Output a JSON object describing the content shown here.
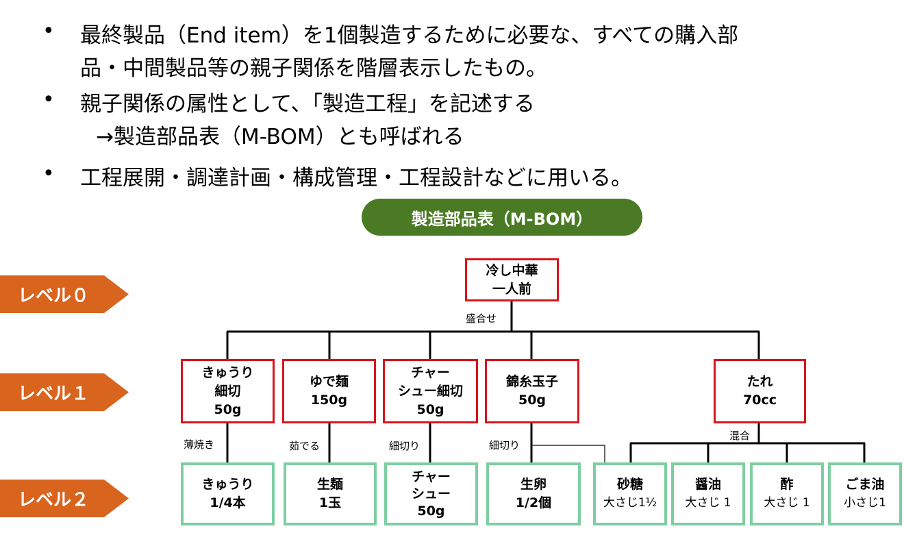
{
  "bullets": [
    {
      "lines": [
        "最終製品（End item）を1個製造するために必要な、すべての購入部",
        "品・中間製品等の親子関係を階層表示したもの。"
      ]
    },
    {
      "lines": [
        "親子関係の属性として、「製造工程」を記述する",
        "→製造部品表（M-BOM）とも呼ばれる"
      ]
    },
    {
      "lines": [
        "工程展開・調達計画・構成管理・工程設計などに用いる。"
      ]
    }
  ],
  "bullet_char": "•",
  "title_pill": "製造部品表（M-BOM）",
  "levels": [
    "レベル０",
    "レベル１",
    "レベル２"
  ],
  "level0": {
    "name": "冷し中華",
    "qty": "一人前",
    "process": "盛合せ"
  },
  "level1": [
    {
      "name": "きゅうり細切",
      "qty": "50g",
      "process": "薄焼き"
    },
    {
      "name": "ゆで麺",
      "qty": "150g",
      "process": "茹でる"
    },
    {
      "name": "チャーシュー細切",
      "qty": "50g",
      "process": "細切り"
    },
    {
      "name": "錦糸玉子",
      "qty": "50g",
      "process": "細切り"
    },
    {
      "name": "たれ",
      "qty": "70cc",
      "process": "混合"
    }
  ],
  "level2": [
    {
      "name": "きゅうり",
      "qty": "1/4本"
    },
    {
      "name": "生麺",
      "qty": "1玉"
    },
    {
      "name": "チャーシュー",
      "qty": "50g"
    },
    {
      "name": "生卵",
      "qty": "1/2個"
    },
    {
      "name": "砂糖",
      "qty": "大さじ1½"
    },
    {
      "name": "醤油",
      "qty": "大さじ 1"
    },
    {
      "name": "酢",
      "qty": "大さじ 1"
    },
    {
      "name": "ごま油",
      "qty": "小さじ1"
    }
  ],
  "colors": {
    "level_arrow": "#d9641e",
    "pill": "#4a7a24",
    "parent_border": "#d9141c",
    "leaf_border": "#7dcea0"
  }
}
